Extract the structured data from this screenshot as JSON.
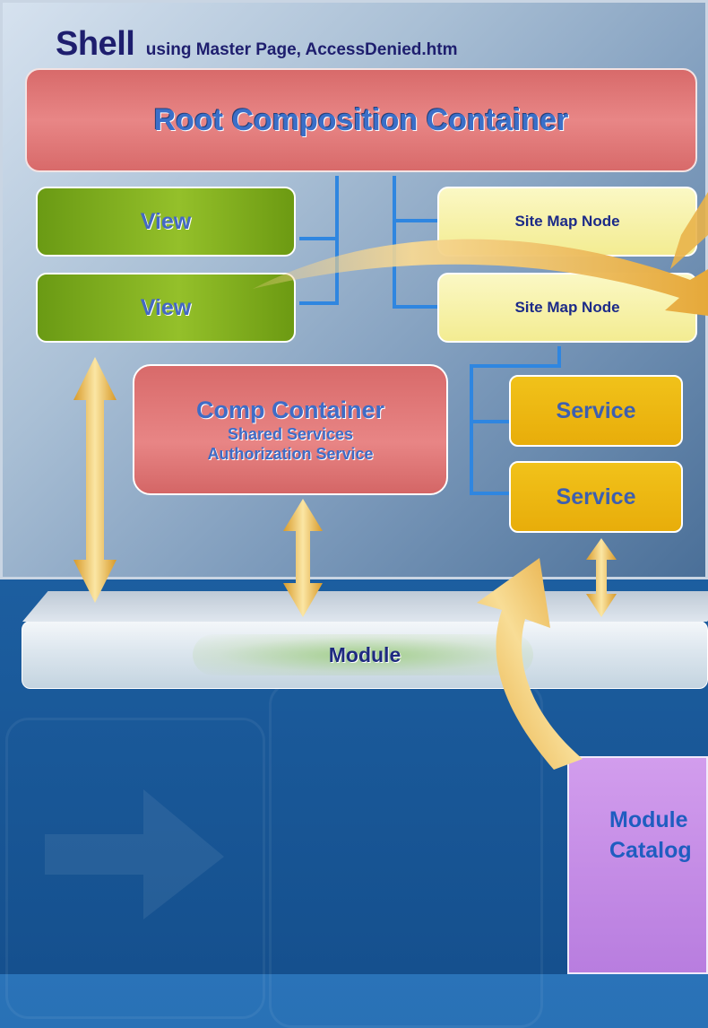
{
  "shell": {
    "title": "Shell",
    "subtitle": "using Master Page, AccessDenied.htm"
  },
  "root_container": {
    "label": "Root Composition Container"
  },
  "views": [
    {
      "label": "View"
    },
    {
      "label": "View"
    }
  ],
  "site_map_nodes": [
    {
      "label": "Site Map Node"
    },
    {
      "label": "Site Map Node"
    }
  ],
  "comp_container": {
    "title": "Comp Container",
    "lines": [
      "Shared Services",
      "Authorization Service"
    ]
  },
  "services": [
    {
      "label": "Service"
    },
    {
      "label": "Service"
    }
  ],
  "module": {
    "label": "Module"
  },
  "module_catalog": {
    "line1": "Module",
    "line2": "Catalog"
  },
  "colors": {
    "background": "#1f63a6",
    "root": "#e07a7a",
    "view": "#8cb822",
    "site_map_node": "#f6f0a8",
    "service": "#efbb14",
    "module_catalog": "#c58fe8",
    "connector": "#2f86e0",
    "arrow": "#f0c060"
  }
}
